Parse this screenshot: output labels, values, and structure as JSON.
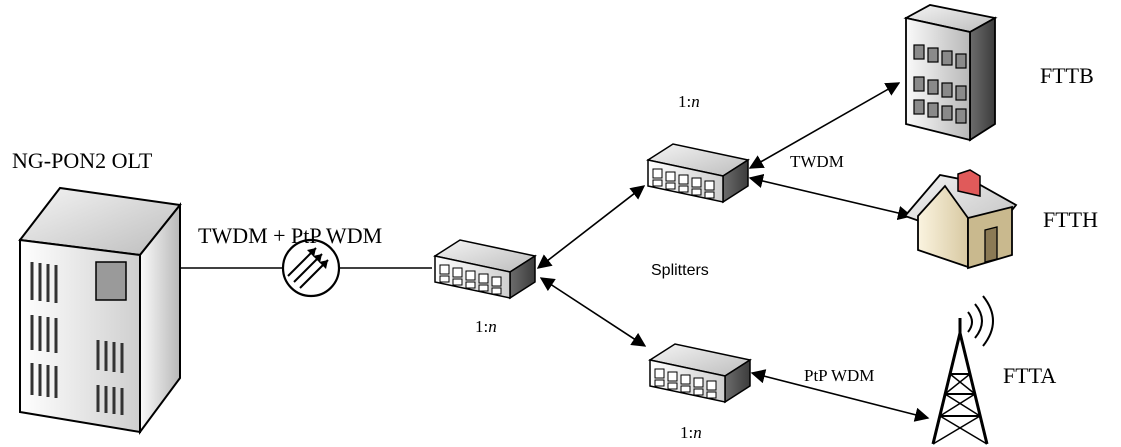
{
  "olt": {
    "label": "NG-PON2 OLT"
  },
  "feeder": {
    "label": "TWDM + PtP WDM"
  },
  "splitters": {
    "group_label": "Splitters",
    "main": {
      "ratio_prefix": "1:",
      "ratio_var": "n"
    },
    "upper": {
      "ratio_prefix": "1:",
      "ratio_var": "n"
    },
    "lower": {
      "ratio_prefix": "1:",
      "ratio_var": "n"
    }
  },
  "links": {
    "upper_label": "TWDM",
    "lower_label": "PtP WDM"
  },
  "endpoints": {
    "fttb": "FTTB",
    "ftth": "FTTH",
    "ftta": "FTTA"
  },
  "icons": {
    "olt": "server-cabinet-icon",
    "mux": "wdm-multiplexer-icon",
    "splitter": "optical-splitter-icon",
    "building": "office-building-icon",
    "house": "house-icon",
    "tower": "antenna-tower-icon"
  },
  "colors": {
    "line": "#000000",
    "chimney": "#e05a5a",
    "house_front": "#f1e6c8"
  }
}
